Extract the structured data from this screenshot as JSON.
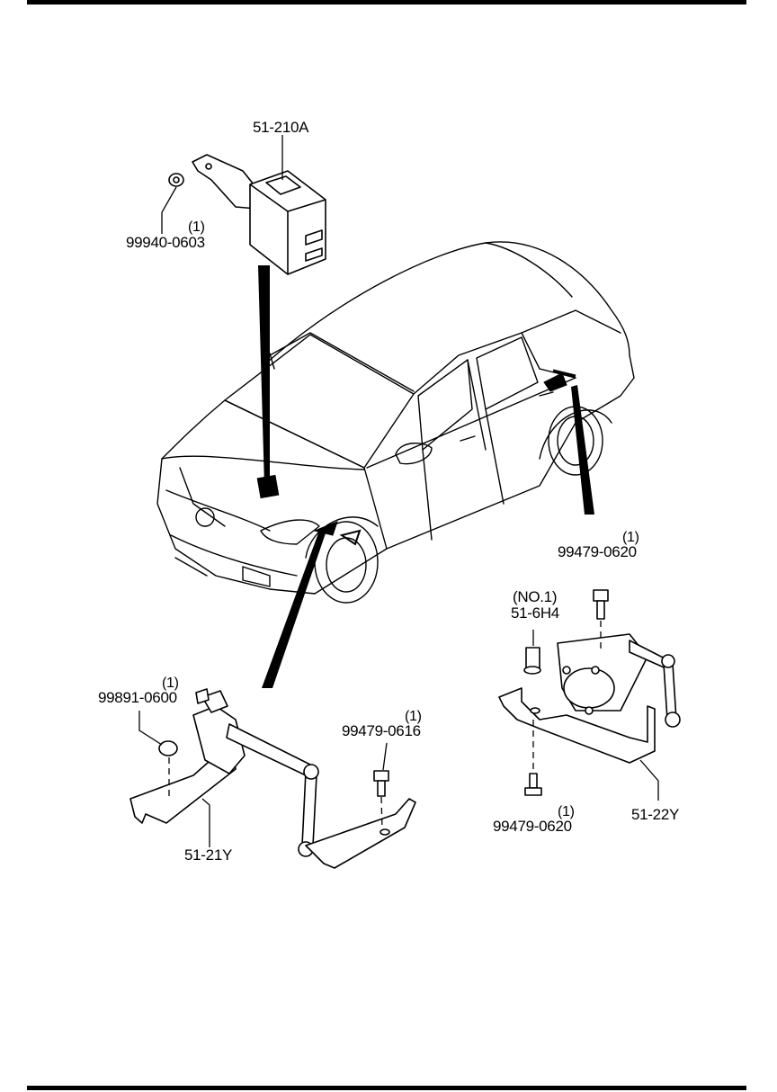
{
  "labels": {
    "control_unit": "51-210A",
    "nut_a_qty": "(1)",
    "nut_a": "99940-0603",
    "bolt_a_qty": "(1)",
    "bolt_a": "99479-0620",
    "fitting_note": "(NO.1)",
    "fitting": "51-6H4",
    "nut_b_qty": "(1)",
    "nut_b": "99891-0600",
    "bolt_b_qty": "(1)",
    "bolt_b": "99479-0616",
    "bolt_c_qty": "(1)",
    "bolt_c": "99479-0620",
    "front_sensor": "51-21Y",
    "rear_sensor": "51-22Y"
  }
}
